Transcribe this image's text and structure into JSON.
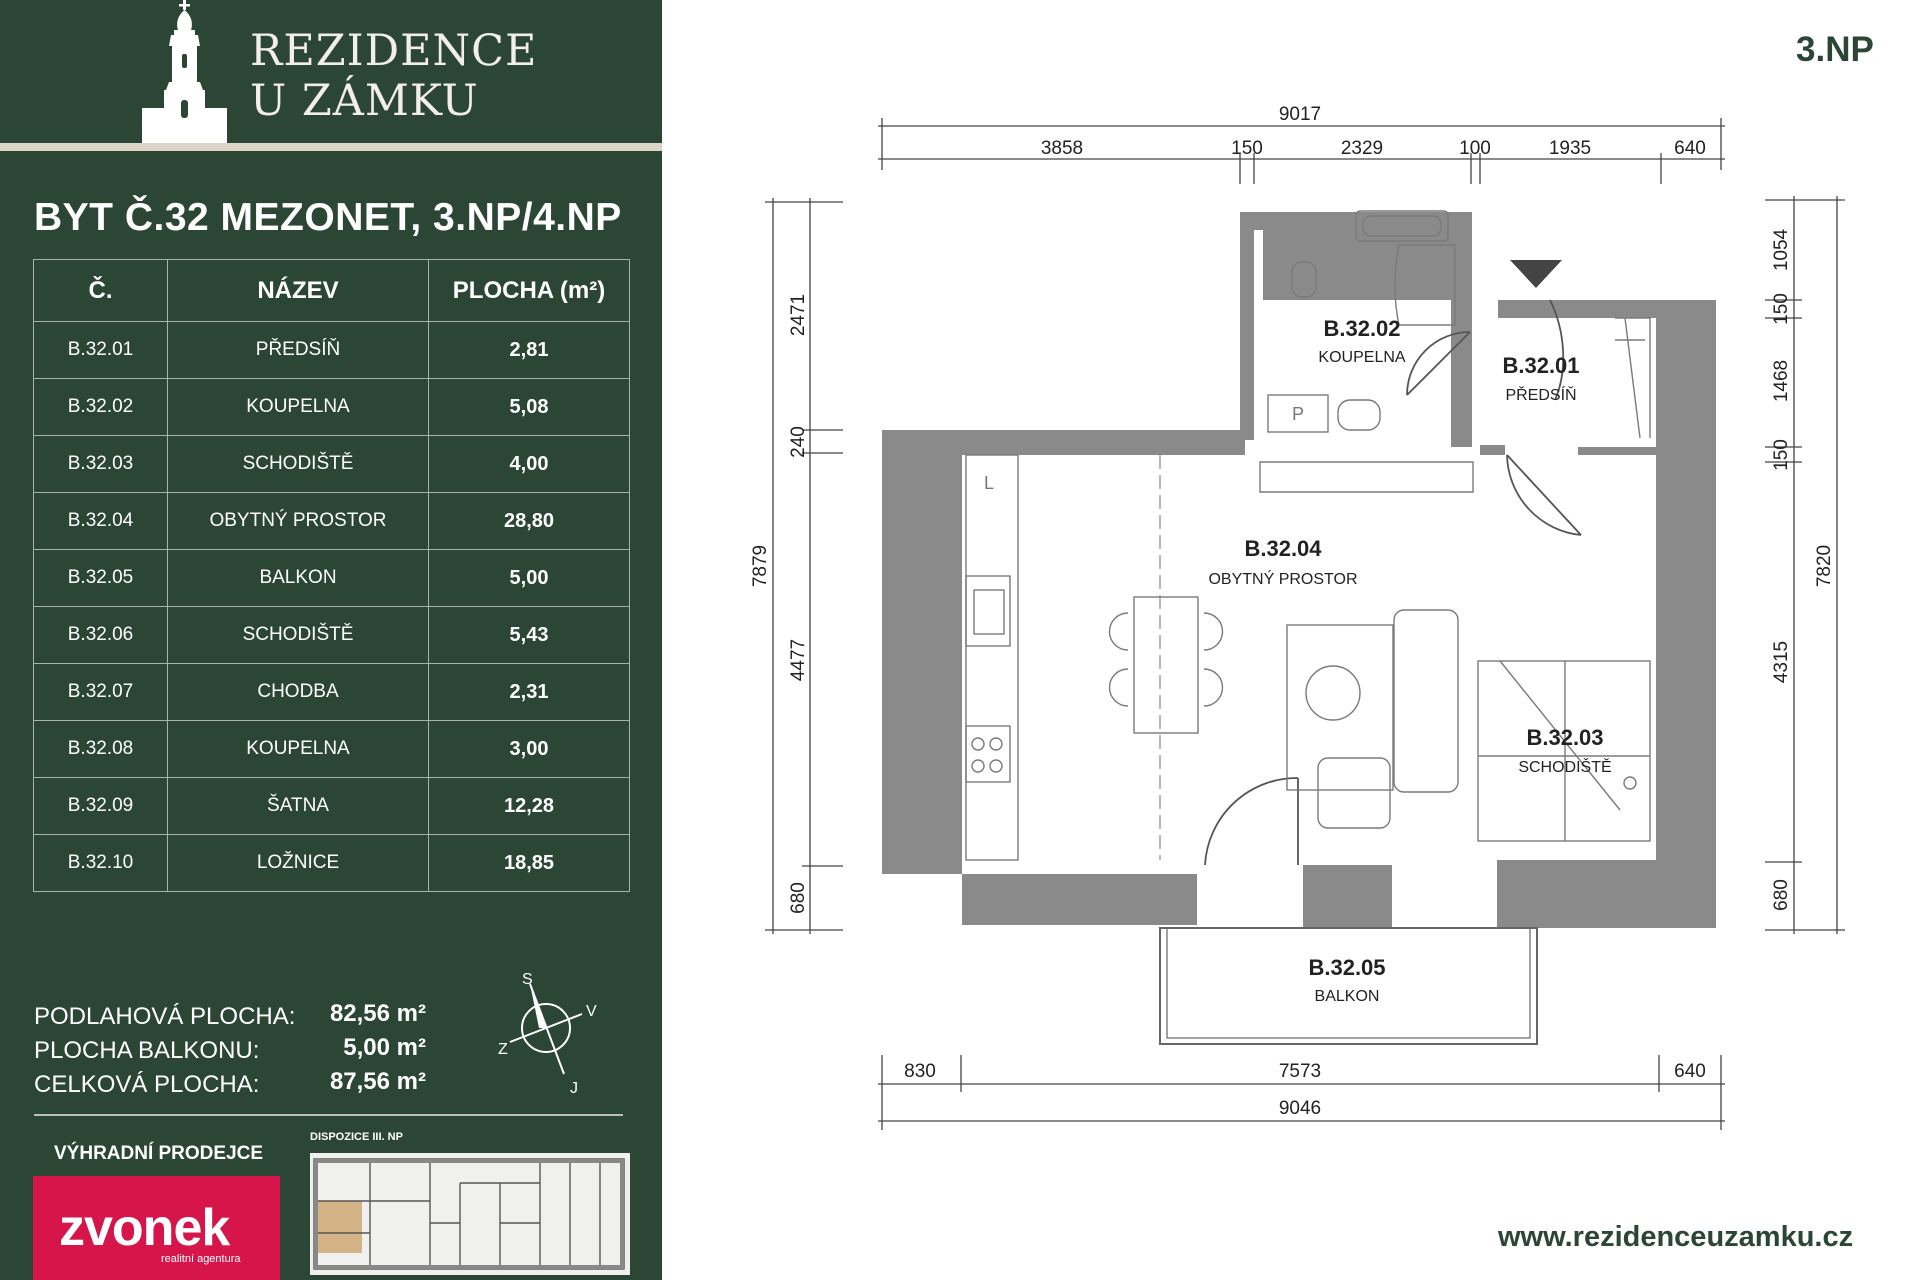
{
  "brand": {
    "line1": "REZIDENCE",
    "line2": "U ZÁMKU"
  },
  "unit_title": "BYT Č.32 MEZONET, 3.NP/4.NP",
  "table": {
    "headers": [
      "Č.",
      "NÁZEV",
      "PLOCHA (m²)"
    ],
    "rows": [
      {
        "id": "B.32.01",
        "name": "PŘEDSÍŇ",
        "area": "2,81"
      },
      {
        "id": "B.32.02",
        "name": "KOUPELNA",
        "area": "5,08"
      },
      {
        "id": "B.32.03",
        "name": "SCHODIŠTĚ",
        "area": "4,00"
      },
      {
        "id": "B.32.04",
        "name": "OBYTNÝ PROSTOR",
        "area": "28,80"
      },
      {
        "id": "B.32.05",
        "name": "BALKON",
        "area": "5,00"
      },
      {
        "id": "B.32.06",
        "name": "SCHODIŠTĚ",
        "area": "5,43"
      },
      {
        "id": "B.32.07",
        "name": "CHODBA",
        "area": "2,31"
      },
      {
        "id": "B.32.08",
        "name": "KOUPELNA",
        "area": "3,00"
      },
      {
        "id": "B.32.09",
        "name": "ŠATNA",
        "area": "12,28"
      },
      {
        "id": "B.32.10",
        "name": "LOŽNICE",
        "area": "18,85"
      }
    ]
  },
  "summary": {
    "floor_area_label": "PODLAHOVÁ PLOCHA:",
    "floor_area_value": "82,56 m²",
    "balcony_label": "PLOCHA BALKONU:",
    "balcony_value": "5,00 m²",
    "total_label": "CELKOVÁ PLOCHA:",
    "total_value": "87,56 m²"
  },
  "compass": {
    "north": "S",
    "east": "V",
    "west": "Z",
    "south": "J"
  },
  "sales": {
    "label": "VÝHRADNÍ PRODEJCE",
    "agency_name": "zvonek",
    "agency_sub": "realitní agentura"
  },
  "layout_thumbnail_label": "DISPOZICE III. NP",
  "floor_tag": "3.NP",
  "website": "www.rezidenceuzamku.cz",
  "plan": {
    "dims_top_total": "9017",
    "dims_top": [
      "3858",
      "150",
      "2329",
      "100",
      "1935",
      "640"
    ],
    "dims_bottom": [
      "830",
      "7573",
      "640"
    ],
    "dims_bottom_total": "9046",
    "dims_left_total": "7879",
    "dims_left": [
      "2471",
      "240",
      "4477",
      "680"
    ],
    "dims_right_total": "7820",
    "dims_right": [
      "1054",
      "150",
      "1468",
      "150",
      "4315",
      "680"
    ],
    "rooms": [
      {
        "id": "B.32.02",
        "name": "KOUPELNA"
      },
      {
        "id": "B.32.01",
        "name": "PŘEDSÍŇ"
      },
      {
        "id": "B.32.04",
        "name": "OBYTNÝ PROSTOR"
      },
      {
        "id": "B.32.03",
        "name": "SCHODIŠTĚ"
      },
      {
        "id": "B.32.05",
        "name": "BALKON"
      }
    ],
    "fixture_labels": {
      "fridge": "L",
      "washer": "P"
    }
  },
  "colors": {
    "panel": "#2c4636",
    "wall": "#8a8a8a",
    "accent": "#d6164b",
    "band": "#ddd6c8"
  }
}
